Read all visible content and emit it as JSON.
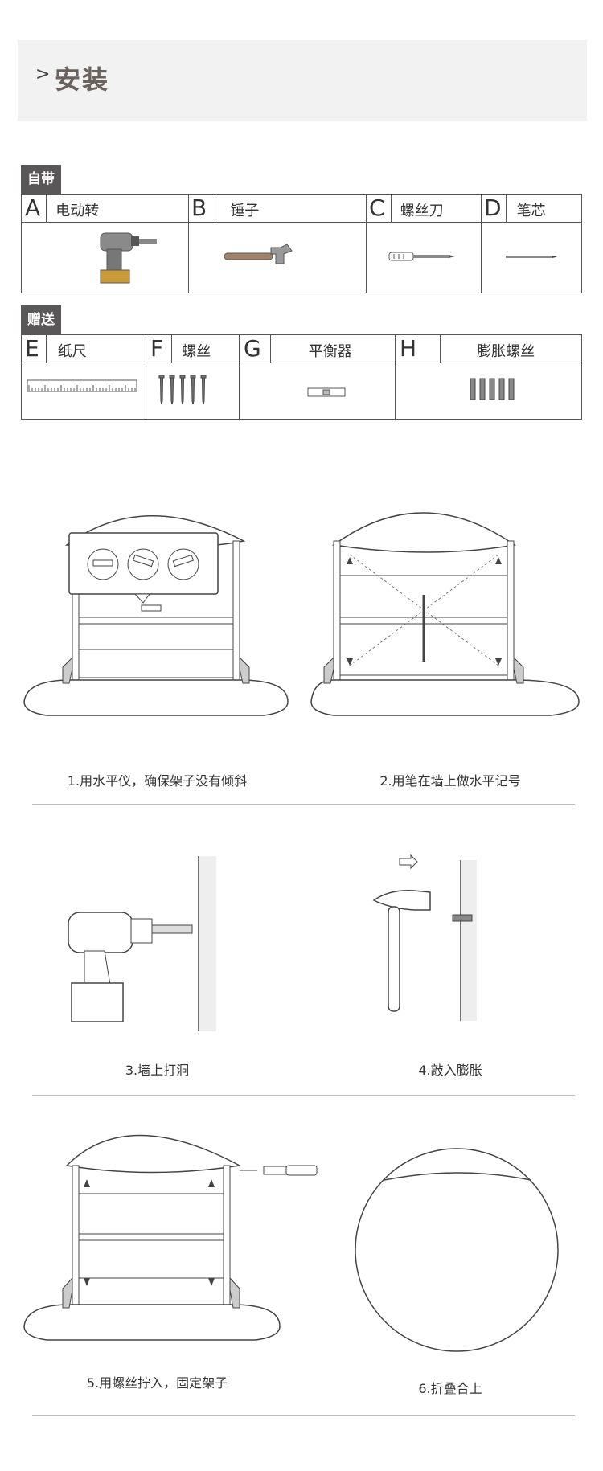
{
  "header": {
    "chevron": ">",
    "title": "安装"
  },
  "self_tools": {
    "tag": "自带",
    "items": [
      {
        "letter": "A",
        "label": "电动转"
      },
      {
        "letter": "B",
        "label": "锤子"
      },
      {
        "letter": "C",
        "label": "螺丝刀"
      },
      {
        "letter": "D",
        "label": "笔芯"
      }
    ]
  },
  "gift_tools": {
    "tag": "赠送",
    "items": [
      {
        "letter": "E",
        "label": "纸尺"
      },
      {
        "letter": "F",
        "label": "螺丝"
      },
      {
        "letter": "G",
        "label": "平衡器"
      },
      {
        "letter": "H",
        "label": "膨胀螺丝"
      }
    ]
  },
  "steps": [
    {
      "caption": "1.用水平仪，确保架子没有倾斜"
    },
    {
      "caption": "2.用笔在墙上做水平记号"
    },
    {
      "caption": "3.墙上打洞"
    },
    {
      "caption": "4.敲入膨胀"
    },
    {
      "caption": "5.用螺丝拧入，固定架子"
    },
    {
      "caption": "6.折叠合上"
    }
  ]
}
